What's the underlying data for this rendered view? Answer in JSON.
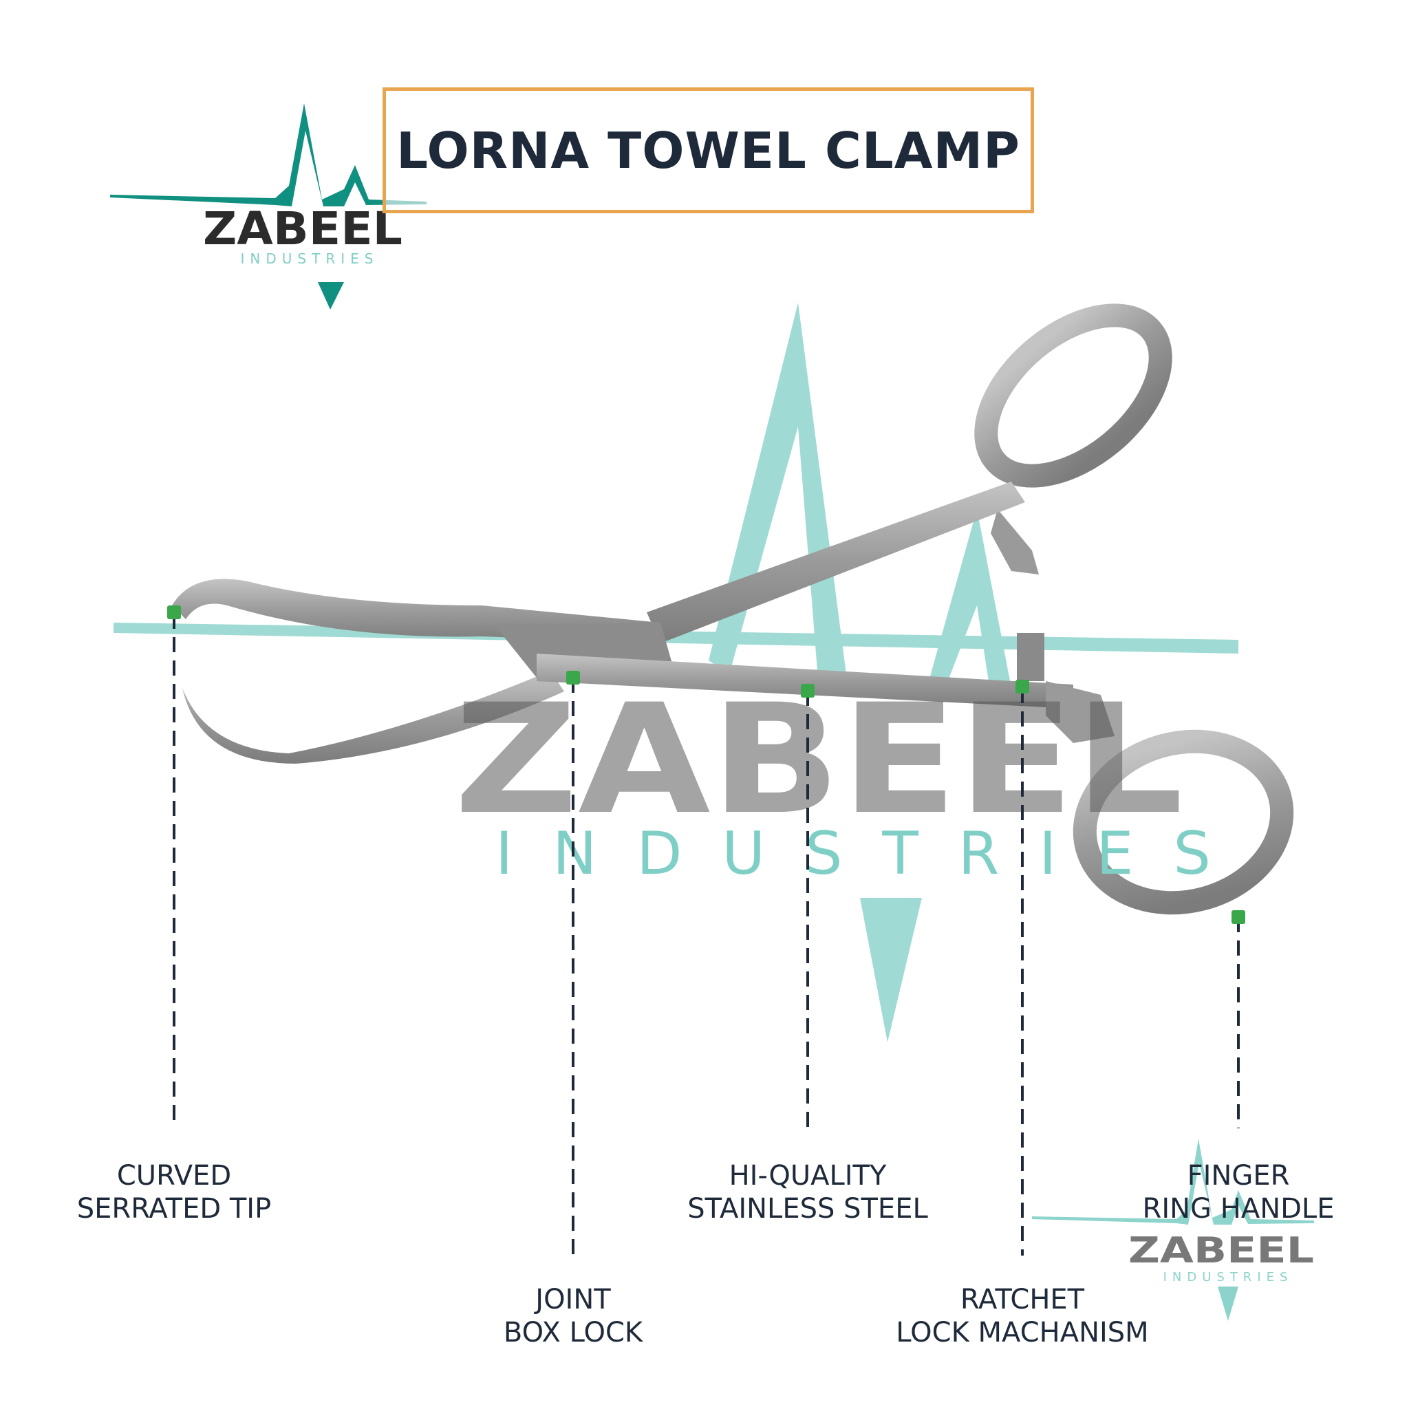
{
  "title": "LORNA TOWEL CLAMP",
  "brand": {
    "name": "ZABEEL",
    "tagline": "INDUSTRIES",
    "colors": {
      "teal": "#0f9080",
      "dark": "#2b2b2b",
      "light_teal": "#7fcfc6"
    }
  },
  "colors": {
    "title_border": "#e8a44f",
    "title_text": "#1e2a3a",
    "marker": "#3aa84a",
    "leader": "#1e2a3a",
    "steel": "#9a9a9a",
    "steel_dark": "#6e6e6e"
  },
  "callouts": [
    {
      "id": "tip",
      "lines": [
        "CURVED",
        "SERRATED TIP"
      ]
    },
    {
      "id": "joint",
      "lines": [
        "JOINT",
        "BOX LOCK"
      ]
    },
    {
      "id": "steel",
      "lines": [
        "HI-QUALITY",
        "STAINLESS STEEL"
      ]
    },
    {
      "id": "ratchet",
      "lines": [
        "RATCHET",
        "LOCK MACHANISM"
      ]
    },
    {
      "id": "ring",
      "lines": [
        "FINGER",
        "RING HANDLE"
      ]
    }
  ]
}
